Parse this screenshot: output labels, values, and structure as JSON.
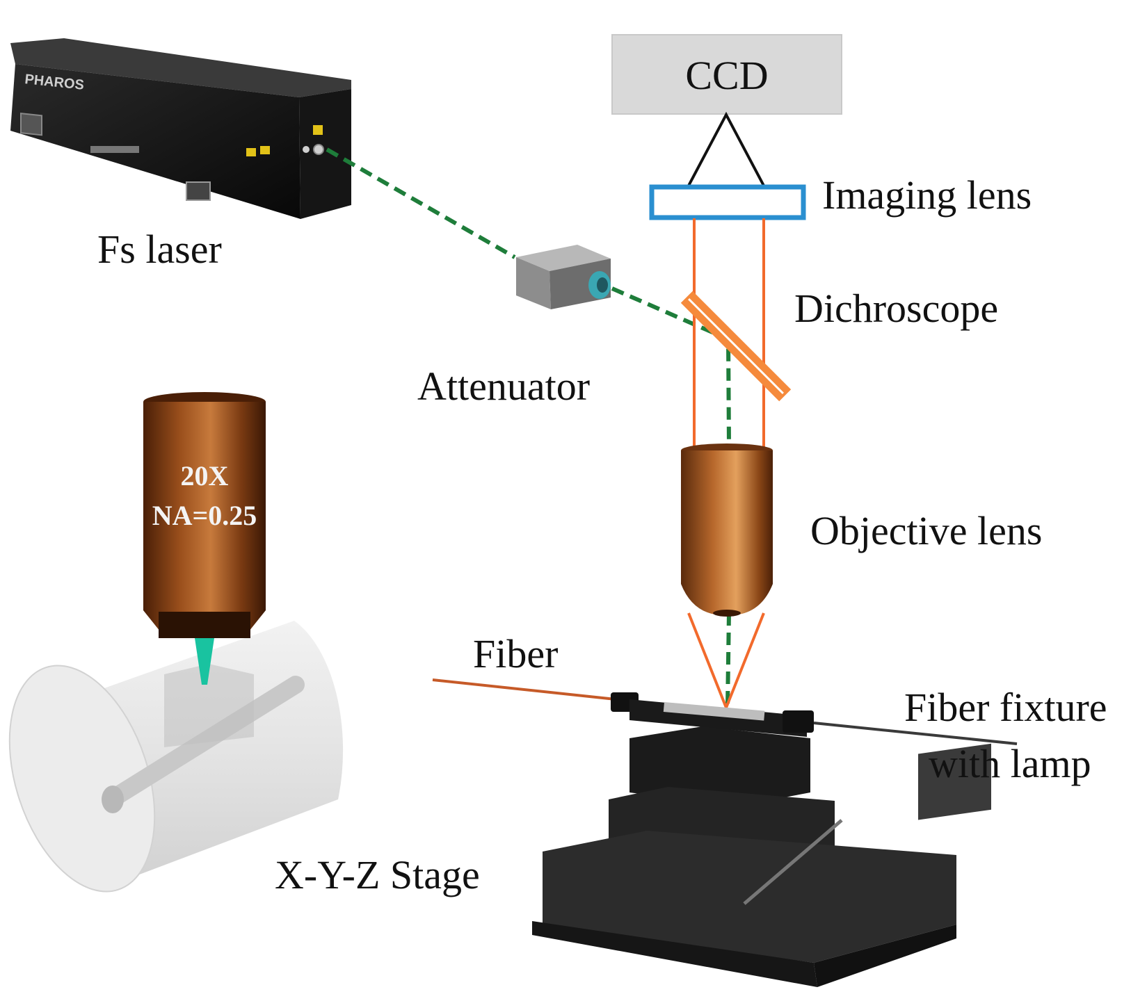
{
  "labels": {
    "ccd": "CCD",
    "imaging_lens": "Imaging lens",
    "dichroscope": "Dichroscope",
    "objective_lens": "Objective lens",
    "fs_laser": "Fs laser",
    "attenuator": "Attenuator",
    "fiber": "Fiber",
    "fiber_fixture_line1": "Fiber fixture",
    "fiber_fixture_line2": "with lamp",
    "stage": "X-Y-Z Stage"
  },
  "objective_inset": {
    "magnification": "20X",
    "numerical_aperture": "NA=0.25"
  },
  "laser_brand": "PHAROS",
  "colors": {
    "laser_beam": "#1e7d3a",
    "imaging_beam": "#f26a2c",
    "imaging_lens": "#2a8fd0",
    "dichroscope": "#f58a3c",
    "ccd_fill": "#d9d9d9",
    "objective_copper": "#8a4316",
    "focus_cone": "#19c3a0",
    "fiber": "#c65a28"
  }
}
